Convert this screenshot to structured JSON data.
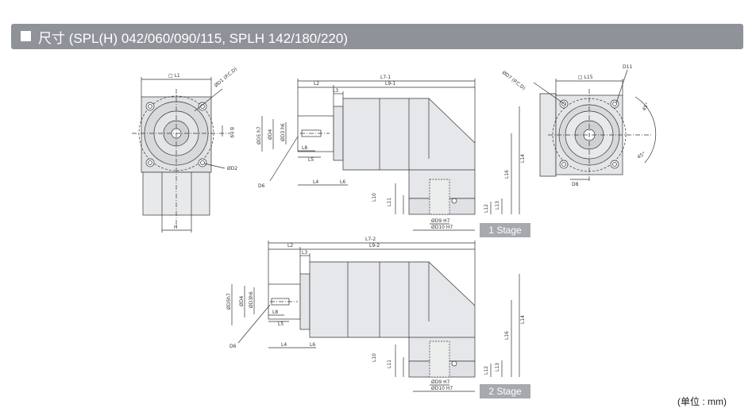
{
  "header": {
    "title": "尺寸 (SPL(H) 042/060/090/115, SPLH 142/180/220)"
  },
  "stages": {
    "stage1": "1 Stage",
    "stage2": "2 Stage"
  },
  "unit": "(单位 : mm)",
  "front": {
    "l1": "□ L1",
    "d1": "ØD1 (P.C.D)",
    "d2": "ØD2",
    "b": "B h9",
    "h": "H"
  },
  "side1": {
    "l7": "L7-1",
    "l2": "L2",
    "l9": "L9-1",
    "l3": "L3",
    "d5": "ØD5 h7",
    "d4": "ØD4",
    "d3": "ØD3 h6",
    "l8": "L8",
    "l5": "L5",
    "d6": "D6",
    "l4": "L4",
    "l6": "L6",
    "l14": "L14",
    "l16": "L16",
    "l10": "L10",
    "l11": "L11",
    "l12": "L12",
    "l13": "L13",
    "d9": "ØD9 H7",
    "d10": "ØD10 H7"
  },
  "side2": {
    "l7": "L7-2",
    "l2": "L2",
    "l9": "L9-2",
    "l3": "L3",
    "d5": "ØD5h7",
    "d4": "ØD4",
    "d3": "ØD3h6",
    "l8": "L8",
    "l5": "L5",
    "d6": "D6",
    "l4": "L4",
    "l6": "L6",
    "l14": "L14",
    "l16": "L16",
    "l10": "L10",
    "l11": "L11",
    "l12": "L12",
    "l13": "L13",
    "d9": "ØD9 H7",
    "d10": "ØD10 H7"
  },
  "rear": {
    "d7": "ØD7 (P.C.D)",
    "l15": "□ L15",
    "d11": "D11",
    "a1": "45°",
    "a2": "45°",
    "d8": "D8"
  }
}
